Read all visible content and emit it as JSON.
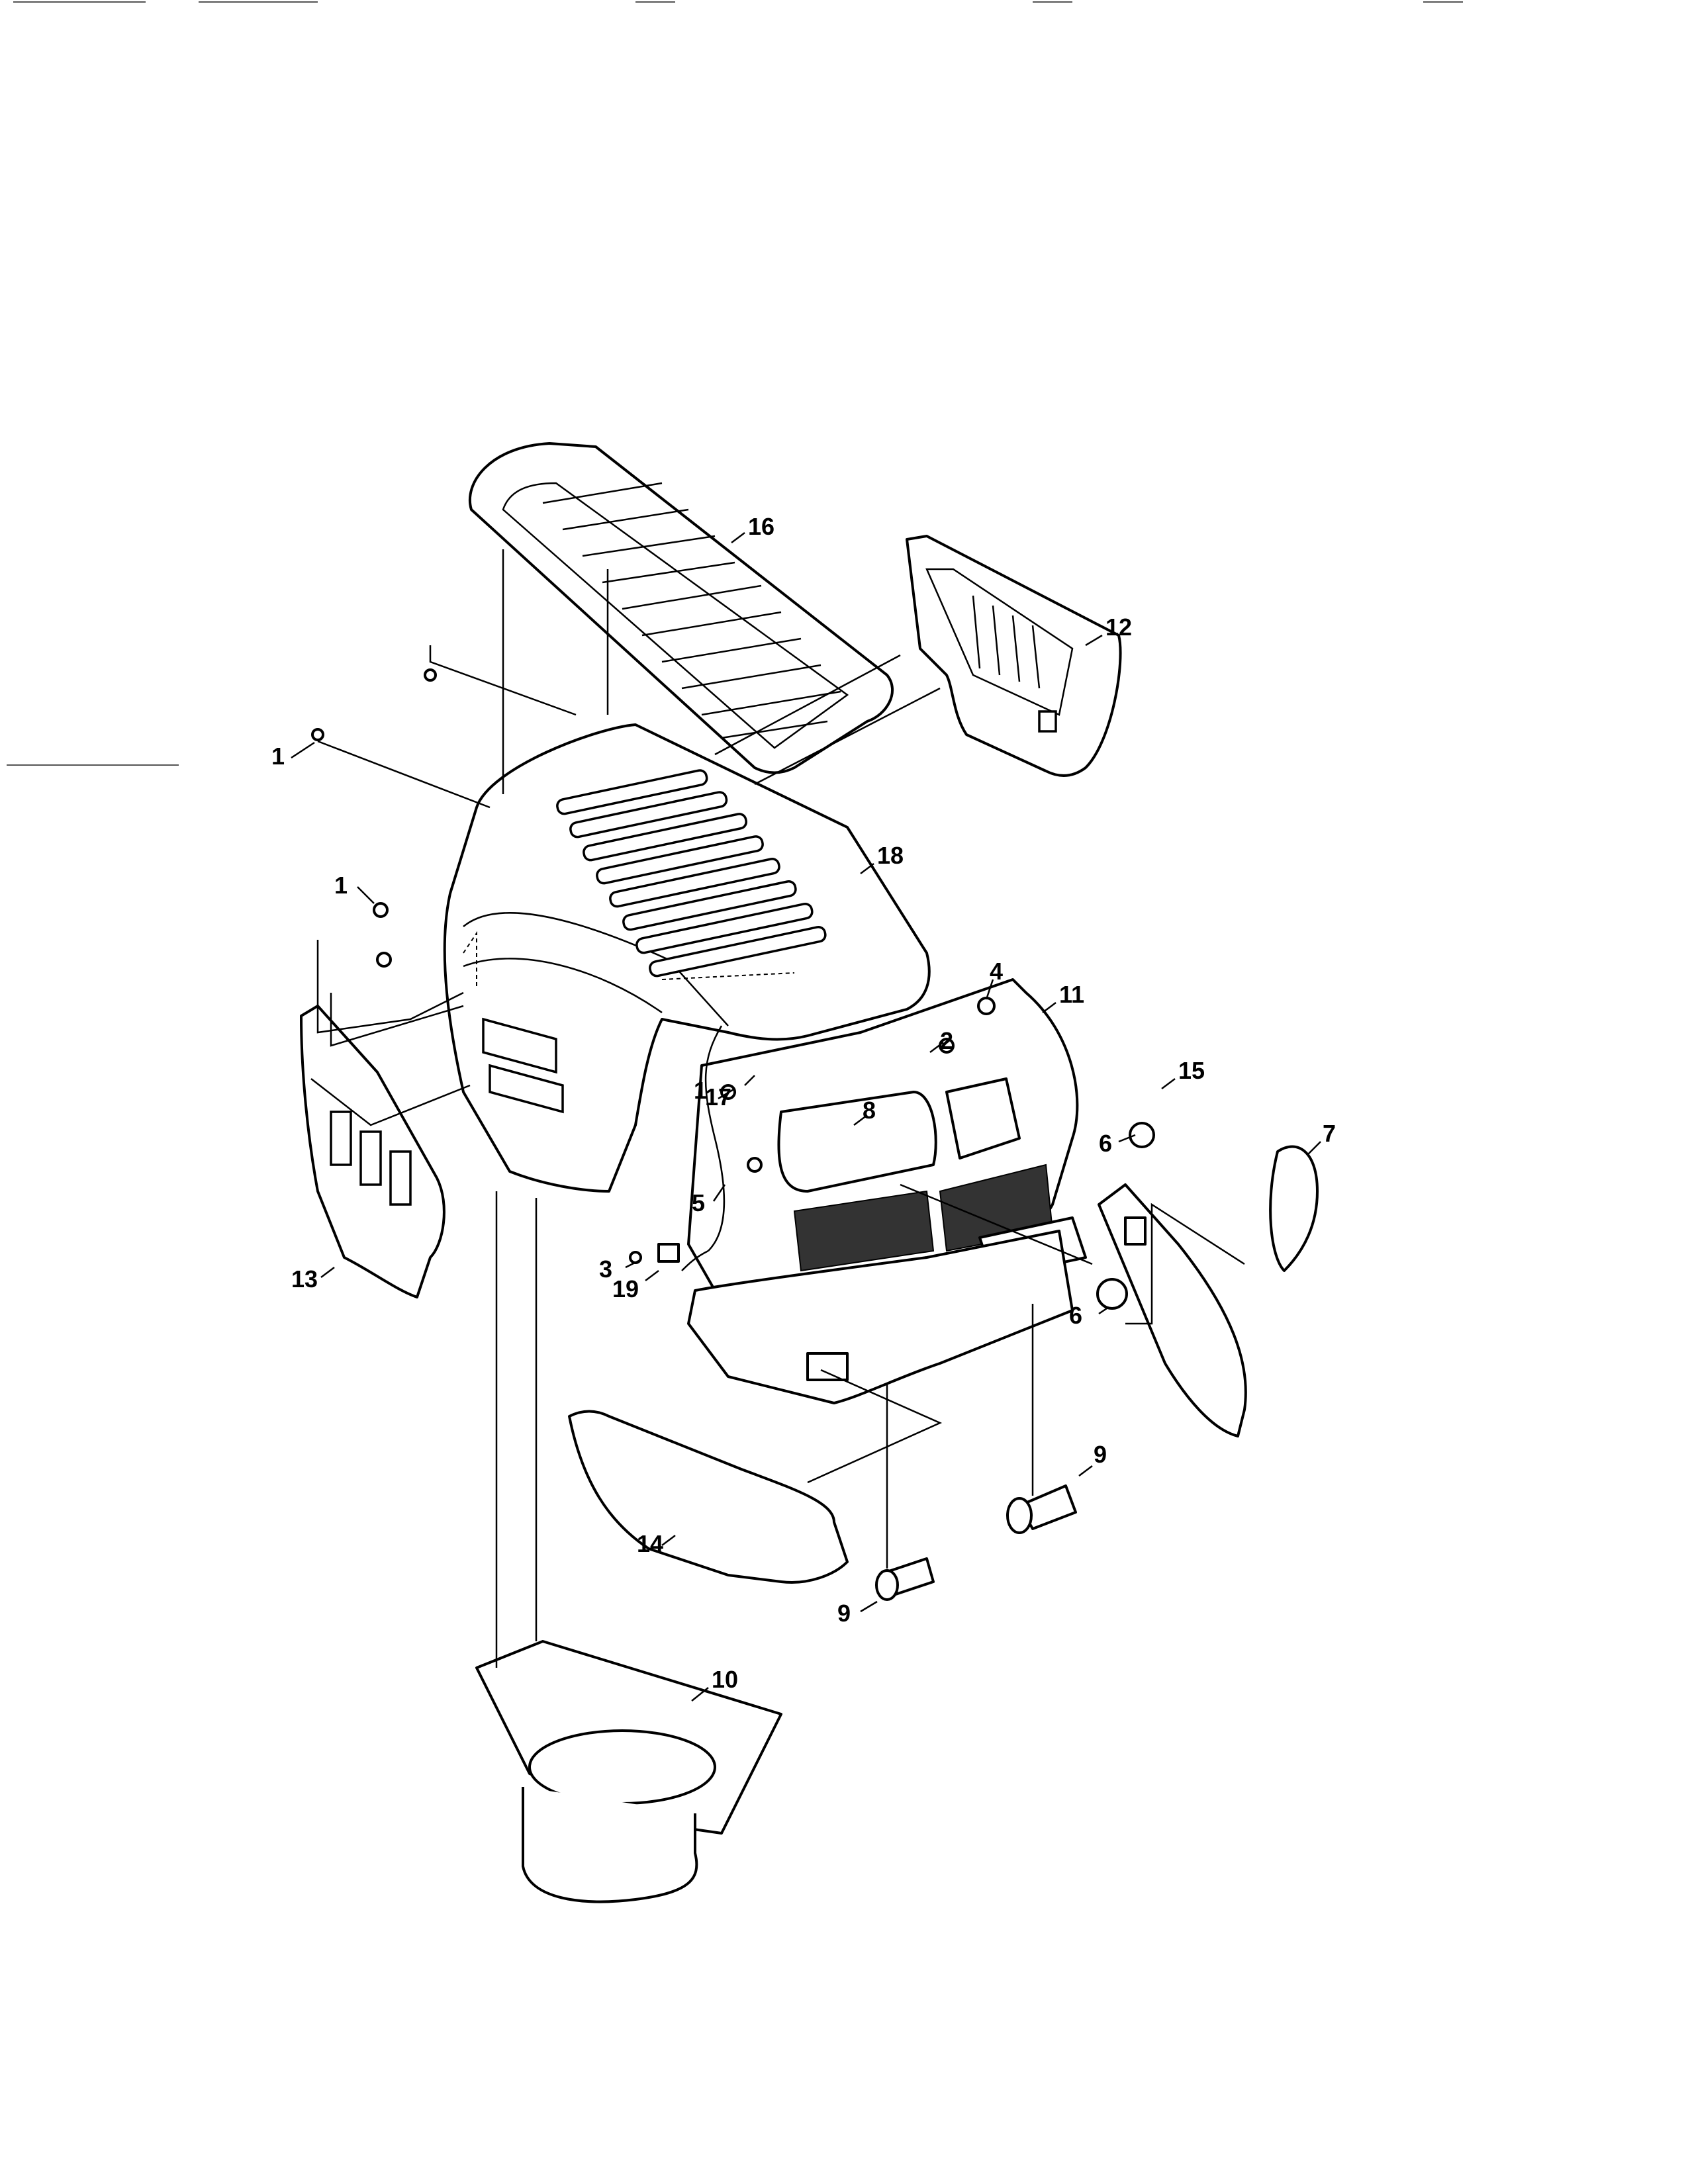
{
  "callouts": {
    "c1_top": "1",
    "c1_left": "1",
    "c1_mid": "1",
    "c2": "2",
    "c3": "3",
    "c4": "4",
    "c5": "5",
    "c6_upper": "6",
    "c6_lower": "6",
    "c7": "7",
    "c8": "8",
    "c9_right": "9",
    "c9_bottom": "9",
    "c10": "10",
    "c11": "11",
    "c12": "12",
    "c13": "13",
    "c14": "14",
    "c15": "15",
    "c16": "16",
    "c17": "17",
    "c18": "18",
    "c19": "19"
  }
}
